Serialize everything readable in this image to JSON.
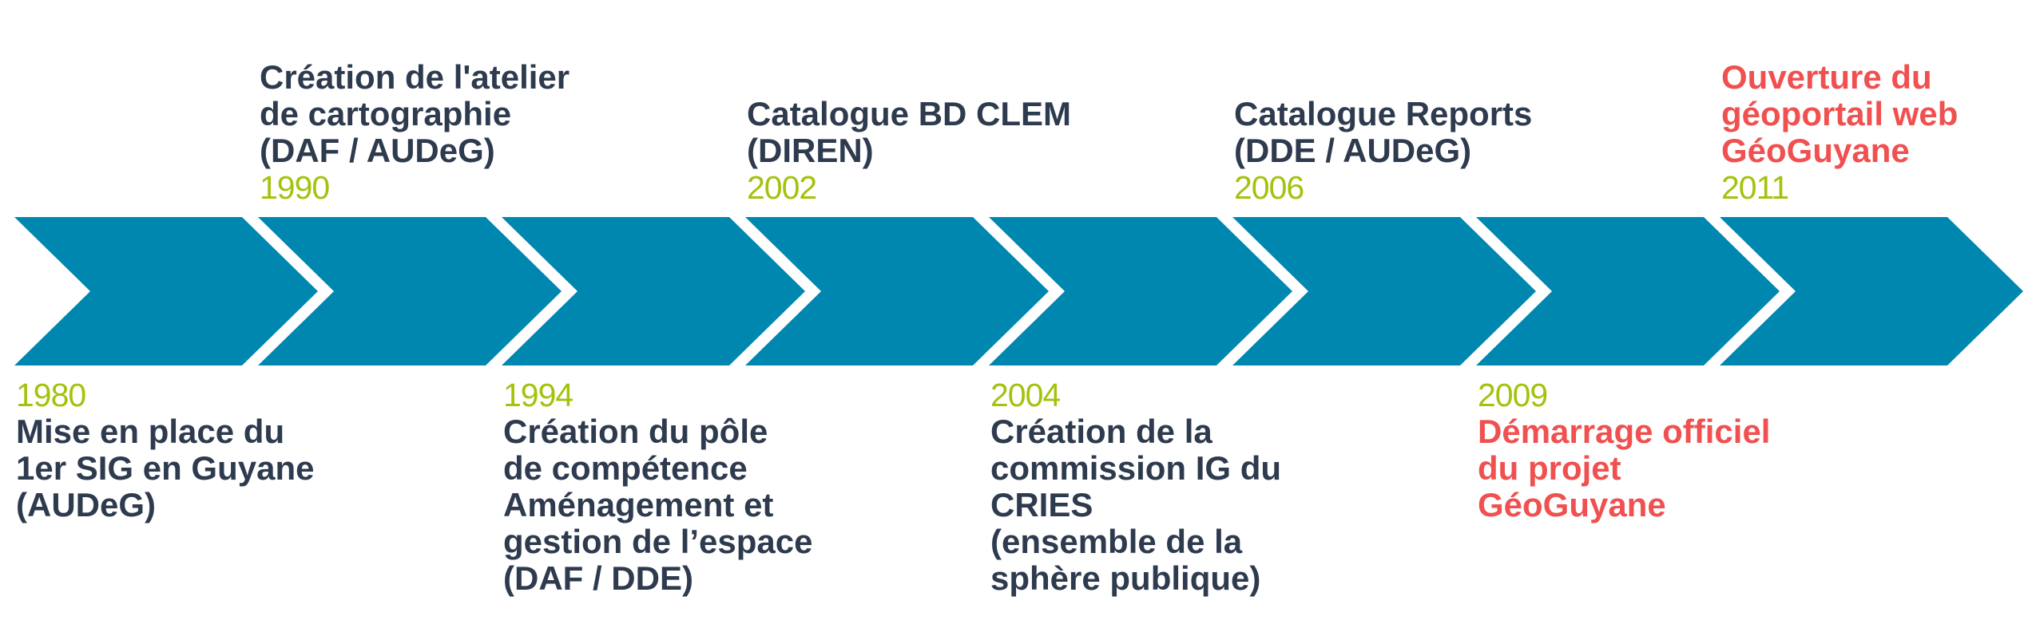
{
  "colors": {
    "arrow": "#0087b0",
    "year": "#a2c30c",
    "text": "#2e3b4e",
    "highlight": "#f0504f"
  },
  "events": [
    {
      "year": "1980",
      "position": "below",
      "highlight": false,
      "lines": [
        "Mise en place du",
        "1er SIG en Guyane",
        "(AUDeG)"
      ]
    },
    {
      "year": "1990",
      "position": "above",
      "highlight": false,
      "lines": [
        "Création de l'atelier",
        "de cartographie",
        "(DAF / AUDeG)"
      ]
    },
    {
      "year": "1994",
      "position": "below",
      "highlight": false,
      "lines": [
        "Création du pôle",
        "de compétence",
        "Aménagement et",
        "gestion de l’espace",
        "(DAF / DDE)"
      ]
    },
    {
      "year": "2002",
      "position": "above",
      "highlight": false,
      "lines": [
        "Catalogue BD CLEM",
        "(DIREN)"
      ]
    },
    {
      "year": "2004",
      "position": "below",
      "highlight": false,
      "lines": [
        "Création de la",
        "commission IG du",
        "CRIES",
        "(ensemble de la",
        "sphère publique)"
      ]
    },
    {
      "year": "2006",
      "position": "above",
      "highlight": false,
      "lines": [
        "Catalogue Reports",
        "(DDE / AUDeG)"
      ]
    },
    {
      "year": "2009",
      "position": "below",
      "highlight": true,
      "lines": [
        "Démarrage officiel",
        "du projet",
        "GéoGuyane"
      ]
    },
    {
      "year": "2011",
      "position": "above",
      "highlight": true,
      "lines": [
        "Ouverture du",
        "géoportail web",
        "GéoGuyane"
      ]
    }
  ]
}
